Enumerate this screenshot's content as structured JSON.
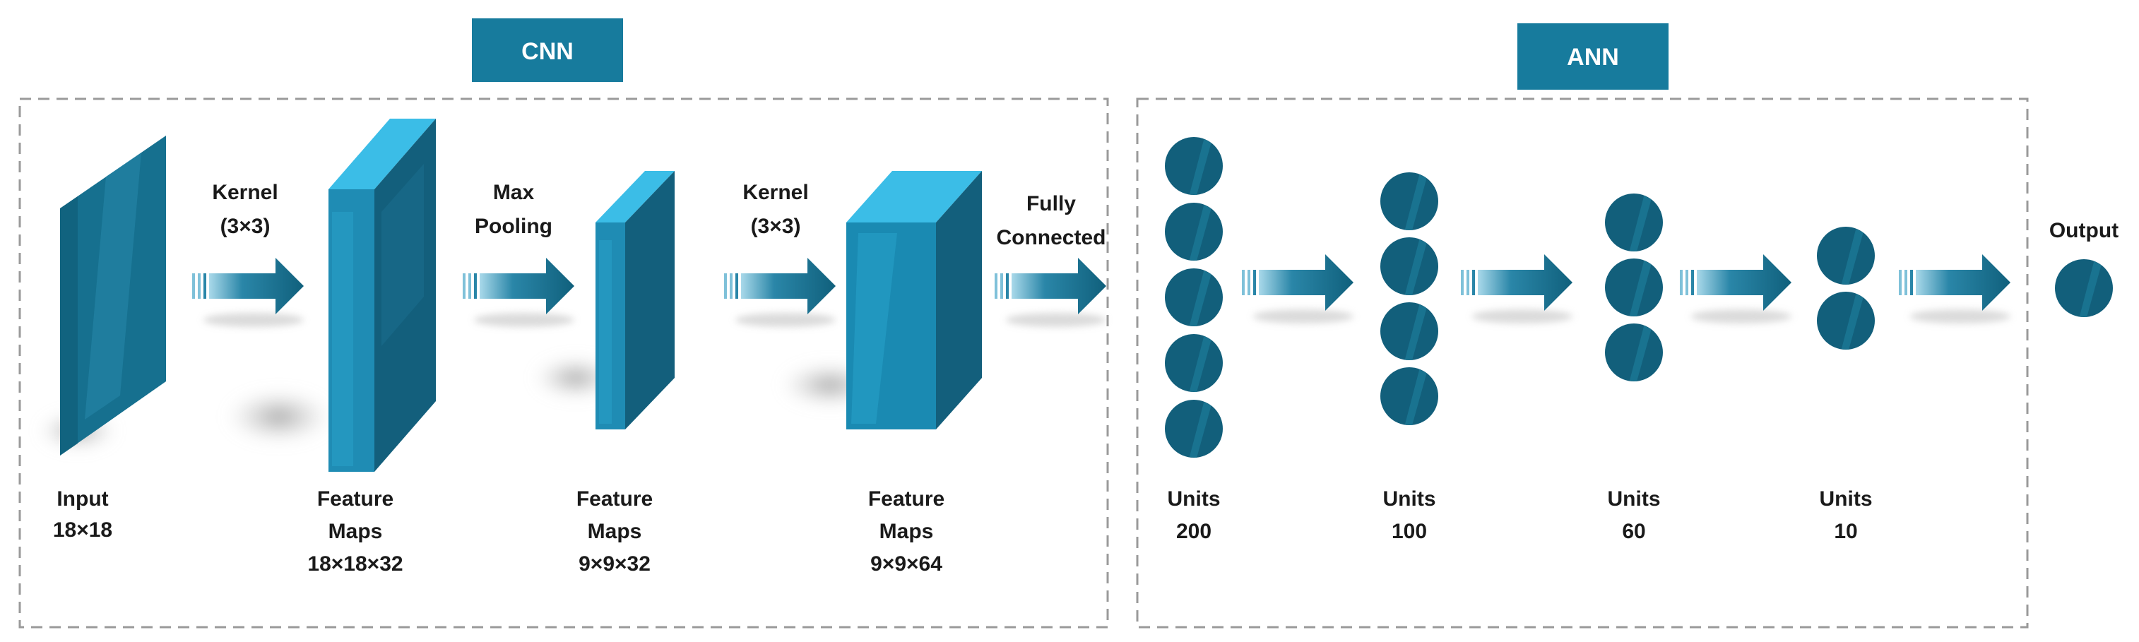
{
  "colors": {
    "teal_dark": "#0f5a74",
    "teal_mid": "#1a7898",
    "teal_light": "#2cb2dd",
    "header_bg": "#177b9d",
    "border": "#9a9a9a",
    "text": "#1a1a1a"
  },
  "cnn": {
    "header": "CNN",
    "input": {
      "line1": "Input",
      "line2": "18×18"
    },
    "arrow1": {
      "line1": "Kernel",
      "line2": "(3×3)"
    },
    "fm1": {
      "line1": "Feature",
      "line2": "Maps",
      "line3": "18×18×32"
    },
    "arrow2": {
      "line1": "Max",
      "line2": "Pooling"
    },
    "fm2": {
      "line1": "Feature",
      "line2": "Maps",
      "line3": "9×9×32"
    },
    "arrow3": {
      "line1": "Kernel",
      "line2": "(3×3)"
    },
    "fm3": {
      "line1": "Feature",
      "line2": "Maps",
      "line3": "9×9×64"
    },
    "arrow4": {
      "line1": "Fully",
      "line2": "Connected"
    }
  },
  "ann": {
    "header": "ANN",
    "layers": [
      {
        "line1": "Units",
        "line2": "200",
        "nodes_drawn": 5
      },
      {
        "line1": "Units",
        "line2": "100",
        "nodes_drawn": 4
      },
      {
        "line1": "Units",
        "line2": "60",
        "nodes_drawn": 3
      },
      {
        "line1": "Units",
        "line2": "10",
        "nodes_drawn": 2
      }
    ],
    "output": {
      "label": "Output",
      "nodes_drawn": 1
    }
  }
}
